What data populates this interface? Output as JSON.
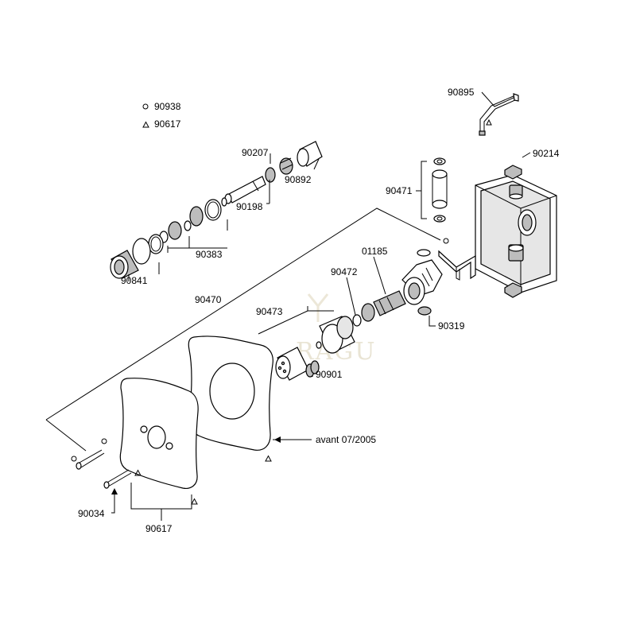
{
  "legend": {
    "circle_label": "90938",
    "triangle_label": "90617"
  },
  "parts": {
    "p90895": "90895",
    "p90214": "90214",
    "p90207": "90207",
    "p90892": "90892",
    "p90198": "90198",
    "p90471": "90471",
    "p90383": "90383",
    "p90841": "90841",
    "p01185": "01185",
    "p90472": "90472",
    "p90470": "90470",
    "p90473": "90473",
    "p90319": "90319",
    "p90901": "90901",
    "avant": "avant 07/2005",
    "p90034": "90034",
    "p90617": "90617"
  },
  "watermark": "RAGU"
}
